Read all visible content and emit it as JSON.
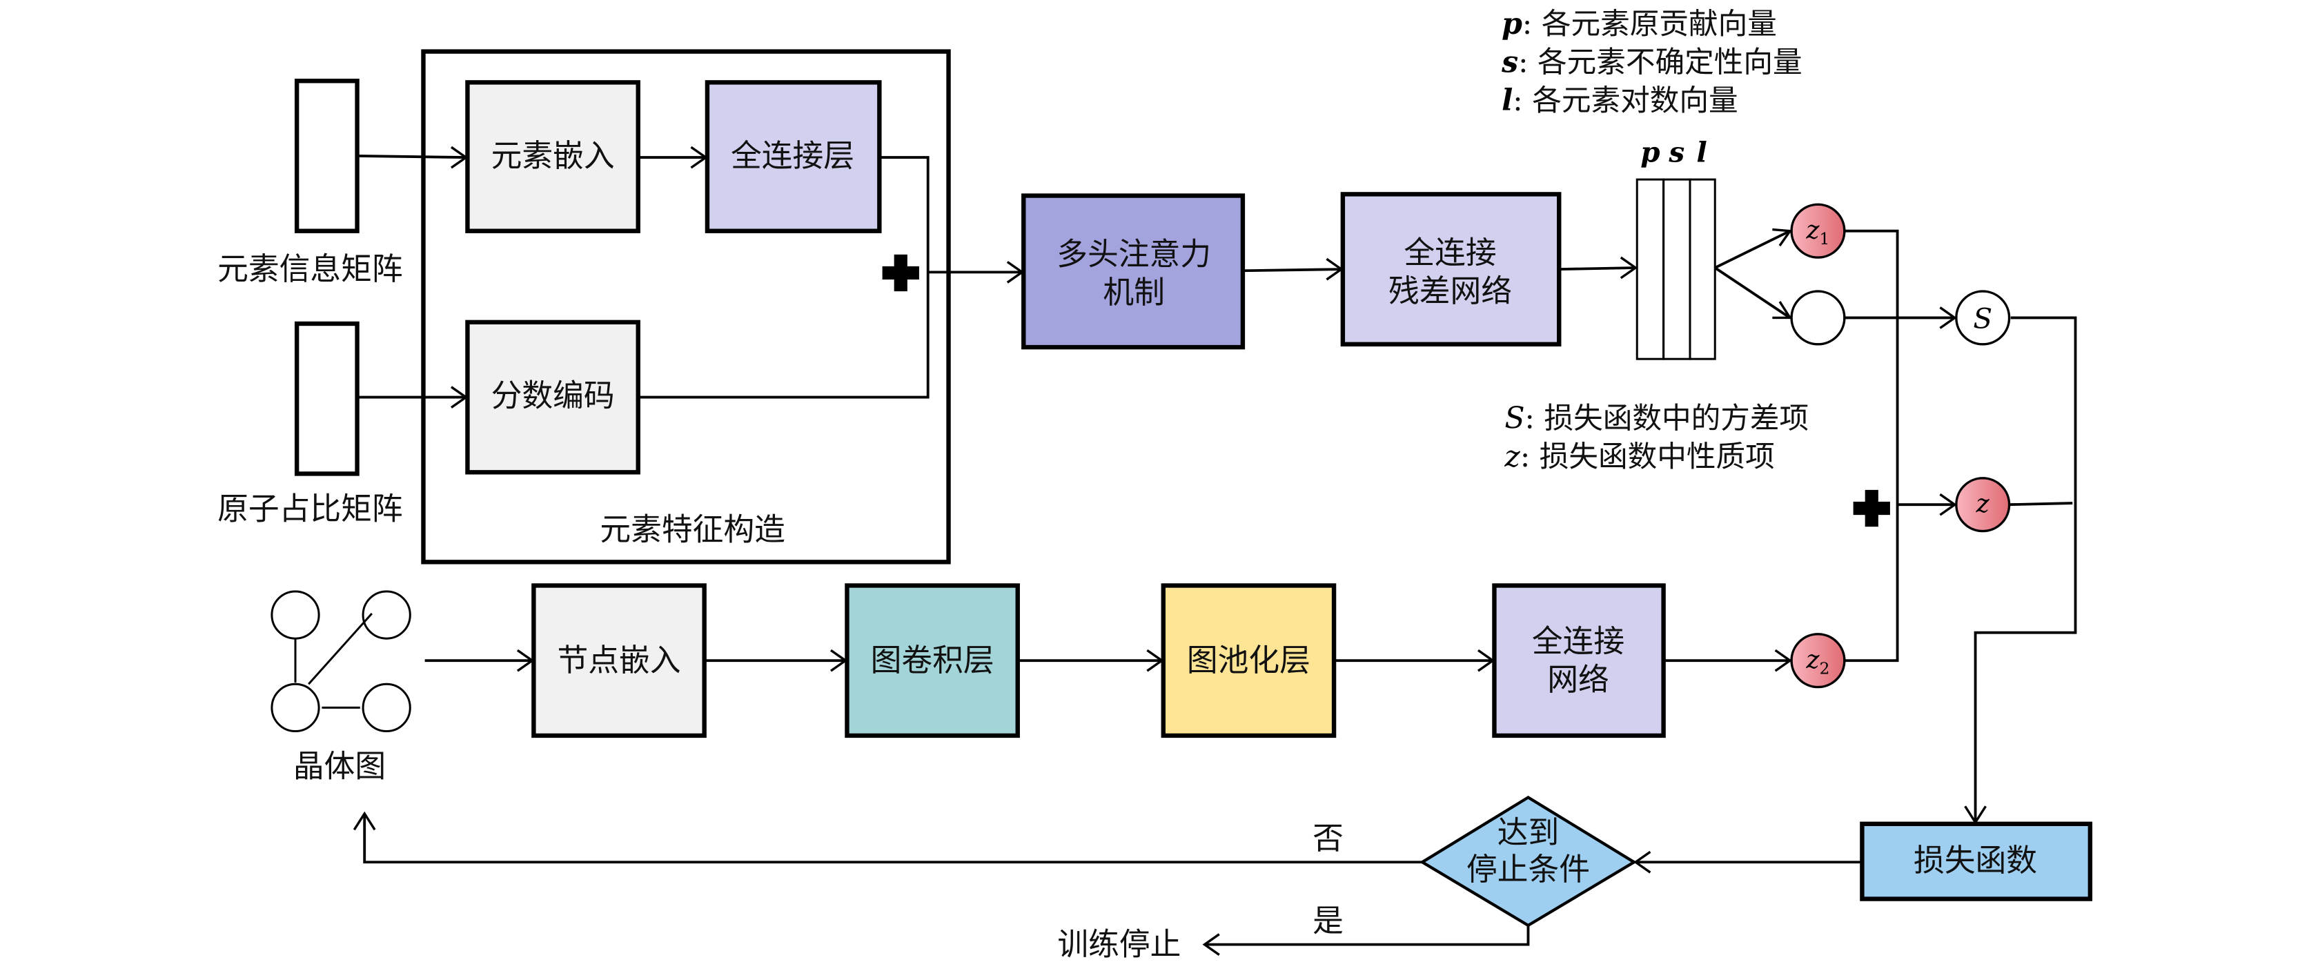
{
  "colors": {
    "box_gray": "#f1f1f1",
    "box_lavender": "#d1d1ef",
    "box_purple": "#a3a3de",
    "box_teal": "#a2d4d8",
    "box_yellow": "#fee595",
    "box_blue": "#9fcff0",
    "psl_fill": "#d8ebec",
    "node_red_light": "#f9b4bd",
    "node_red_dark": "#e06c74"
  },
  "inputs": {
    "element_info": "元素信息矩阵",
    "atom_fraction": "原子占比矩阵",
    "crystal_graph": "晶体图"
  },
  "element_feature": {
    "group_label": "元素特征构造",
    "embedding": "元素嵌入",
    "fc_layer": "全连接层",
    "fraction_encoding": "分数编码"
  },
  "attention": {
    "line1": "多头注意力",
    "line2": "机制"
  },
  "residual": {
    "line1": "全连接",
    "line2": "残差网络"
  },
  "psl": {
    "p": "p",
    "s": "s",
    "l": "l"
  },
  "legend_top": [
    {
      "sym": "p",
      "text": ": 各元素原贡献向量"
    },
    {
      "sym": "s",
      "text": ": 各元素不确定性向量"
    },
    {
      "sym": "l",
      "text": ": 各元素对数向量"
    }
  ],
  "legend_mid": [
    {
      "sym": "S",
      "text": ": 损失函数中的方差项"
    },
    {
      "sym": "z",
      "text": ": 损失函数中性质项"
    }
  ],
  "nodes": {
    "z1": {
      "base": "z",
      "sub": "1"
    },
    "z2": {
      "base": "z",
      "sub": "2"
    },
    "S": "S",
    "z": "z"
  },
  "graph_branch": {
    "node_embedding": "节点嵌入",
    "gcn": "图卷积层",
    "pooling": "图池化层",
    "fc_line1": "全连接",
    "fc_line2": "网络"
  },
  "loss": "损失函数",
  "decision": {
    "line1": "达到",
    "line2": "停止条件"
  },
  "branches": {
    "no": "否",
    "yes": "是"
  },
  "stop": "训练停止"
}
